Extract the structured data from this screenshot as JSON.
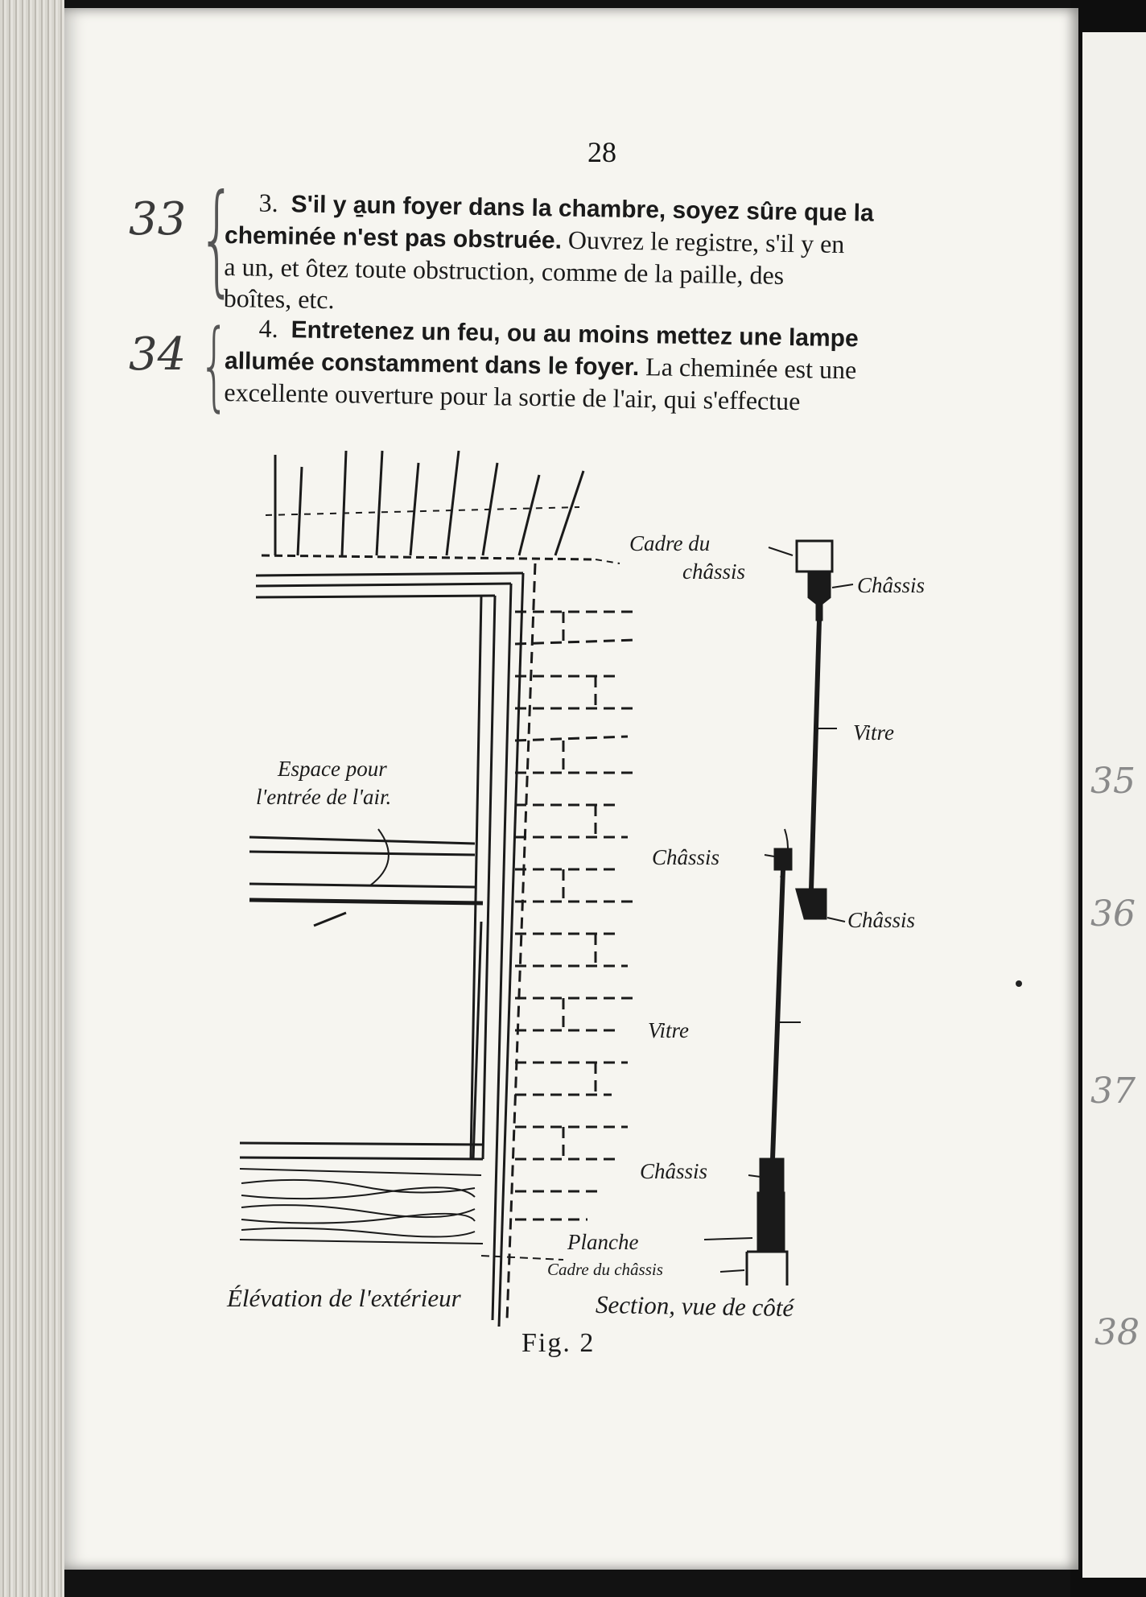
{
  "page_number": "28",
  "paragraphs": [
    {
      "margin_note": "33",
      "lines": [
        {
          "num": "3.",
          "bold": "S'il y a̱un foyer dans la chambre, soyez sûre que la",
          "rest": ""
        },
        {
          "num": "",
          "bold": "cheminée n'est pas obstruée.",
          "rest": "  Ouvrez le registre, s'il y en"
        },
        {
          "num": "",
          "bold": "",
          "rest": "a un, et ôtez toute obstruction, comme de la paille, des"
        },
        {
          "num": "",
          "bold": "",
          "rest": "boîtes, etc."
        }
      ]
    },
    {
      "margin_note": "34",
      "lines": [
        {
          "num": "4.",
          "bold": "Entretenez un feu, ou au moins mettez une lampe",
          "rest": ""
        },
        {
          "num": "",
          "bold": "allumée constamment dans le foyer.",
          "rest": "  La cheminée est une"
        },
        {
          "num": "",
          "bold": "",
          "rest": "excellente ouverture pour la sortie de l'air, qui s'effectue"
        }
      ]
    }
  ],
  "figure": {
    "labels": {
      "cadre_top": "Cadre du",
      "cadre_top2": "châssis",
      "chassis_1": "Châssis",
      "vitre_1": "Vitre",
      "espace": "Espace pour",
      "espace2": "l'entrée de l'air.",
      "chassis_2": "Châssis",
      "chassis_3": "Châssis",
      "vitre_2": "Vitre",
      "chassis_4": "Châssis",
      "planche": "Planche",
      "cadre_bottom": "Cadre du châssis"
    },
    "caption_left": "Élévation de l'extérieur",
    "caption_right": "Section, vue de côté",
    "fig_label": "Fig. 2"
  },
  "right_margin_notes": [
    "35",
    "36",
    "37",
    "38"
  ]
}
